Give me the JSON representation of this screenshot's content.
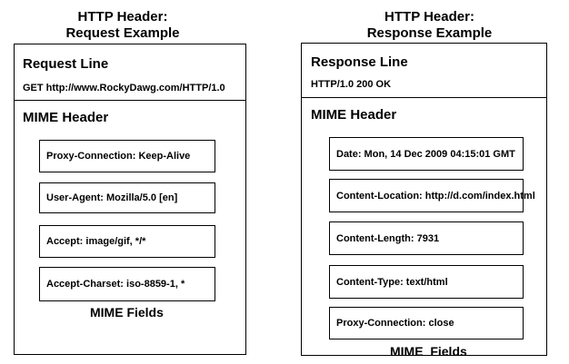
{
  "request": {
    "title_line1": "HTTP Header:",
    "title_line2": "Request Example",
    "line_heading": "Request Line",
    "line_value": "GET http://www.RockyDawg.com/HTTP/1.0",
    "mime_heading": "MIME Header",
    "fields": [
      "Proxy-Connection: Keep-Alive",
      "User-Agent: Mozilla/5.0 [en]",
      "Accept: image/gif, */*",
      "Accept-Charset:  iso-8859-1, *"
    ],
    "fields_label": "MIME Fields"
  },
  "response": {
    "title_line1": "HTTP Header:",
    "title_line2": "Response Example",
    "line_heading": "Response Line",
    "line_value": "HTTP/1.0 200 OK",
    "mime_heading": "MIME Header",
    "fields": [
      "Date: Mon, 14 Dec 2009 04:15:01 GMT",
      "Content-Location: http://d.com/index.html",
      "Content-Length: 7931",
      "Content-Type: text/html",
      "Proxy-Connection: close"
    ],
    "fields_label": "MIME  Fields"
  }
}
